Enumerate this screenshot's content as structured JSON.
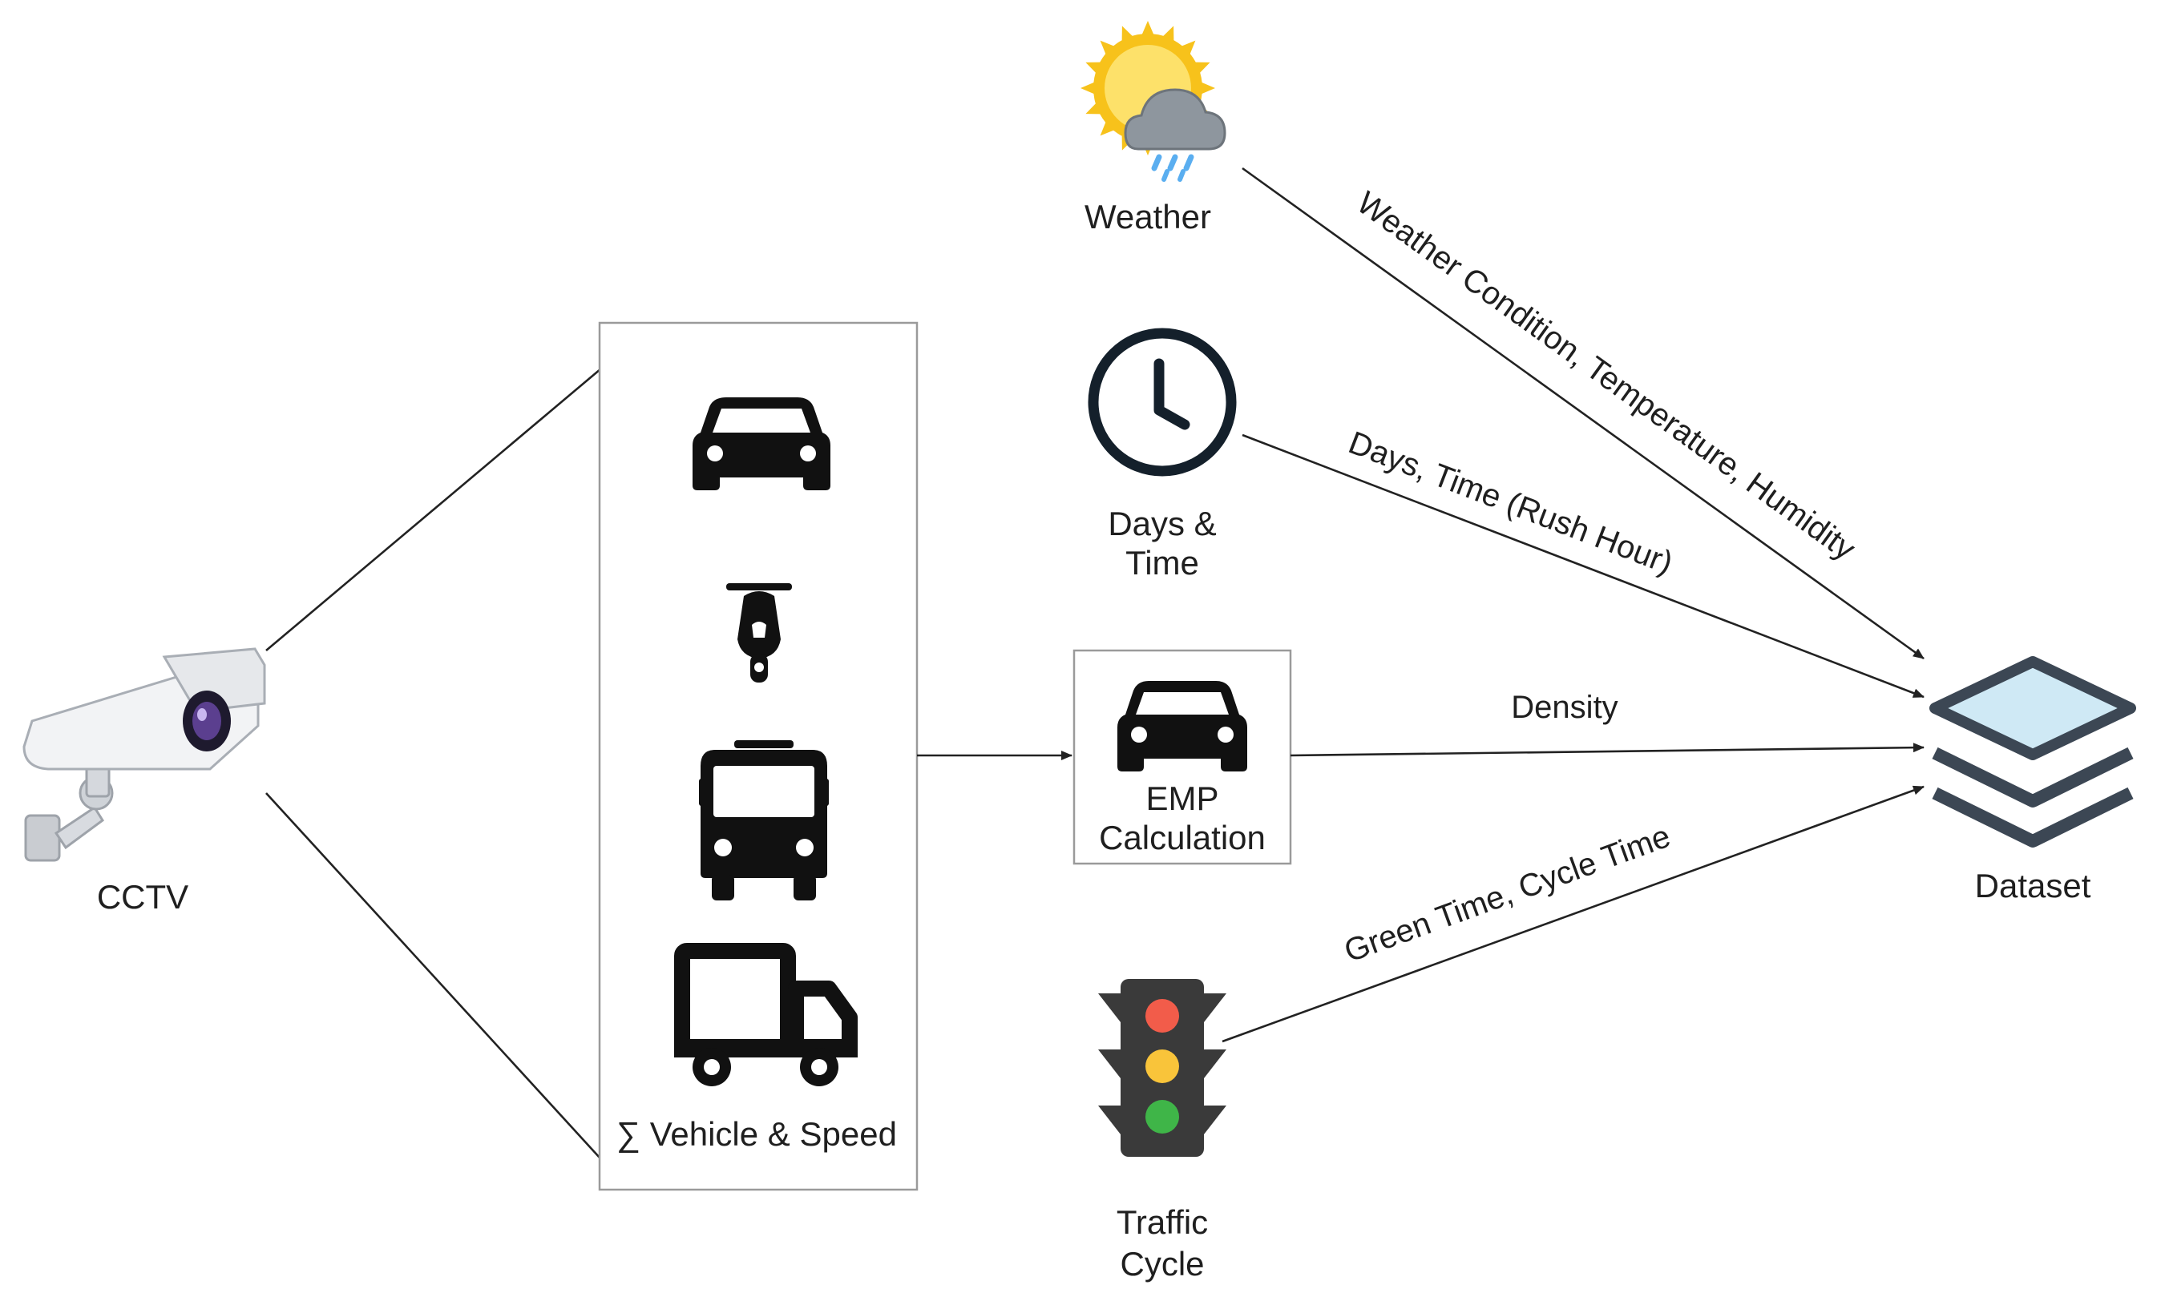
{
  "nodes": {
    "cctv": {
      "label": "CCTV",
      "icon": "cctv-camera-icon"
    },
    "vehicles": {
      "label": "∑ Vehicle & Speed",
      "icons": [
        "car-icon",
        "scooter-icon",
        "bus-icon",
        "truck-icon"
      ]
    },
    "emp": {
      "line1": "EMP",
      "line2": "Calculation",
      "icon": "car-icon"
    },
    "weather": {
      "label": "Weather",
      "icon": "sun-cloud-rain-icon"
    },
    "days_time": {
      "line1": "Days &",
      "line2": "Time",
      "icon": "clock-icon"
    },
    "traffic_cycle": {
      "line1": "Traffic",
      "line2": "Cycle",
      "icon": "traffic-light-icon"
    },
    "dataset": {
      "label": "Dataset",
      "icon": "layers-stack-icon"
    }
  },
  "edges": {
    "weather": "Weather Condition, Temperature, Humidity",
    "days_time": "Days, Time (Rush Hour)",
    "density": "Density",
    "cycle": "Green Time, Cycle Time"
  },
  "colors": {
    "sun": "#f7c21b",
    "cloud": "#8e969e",
    "rain": "#5aaef0",
    "light_red": "#f25c4a",
    "light_yellow": "#f9c43a",
    "light_green": "#3fb548",
    "traffic_body": "#3a3a3a",
    "dataset_fill": "#cfe9f5",
    "dataset_stroke": "#3c4754"
  }
}
